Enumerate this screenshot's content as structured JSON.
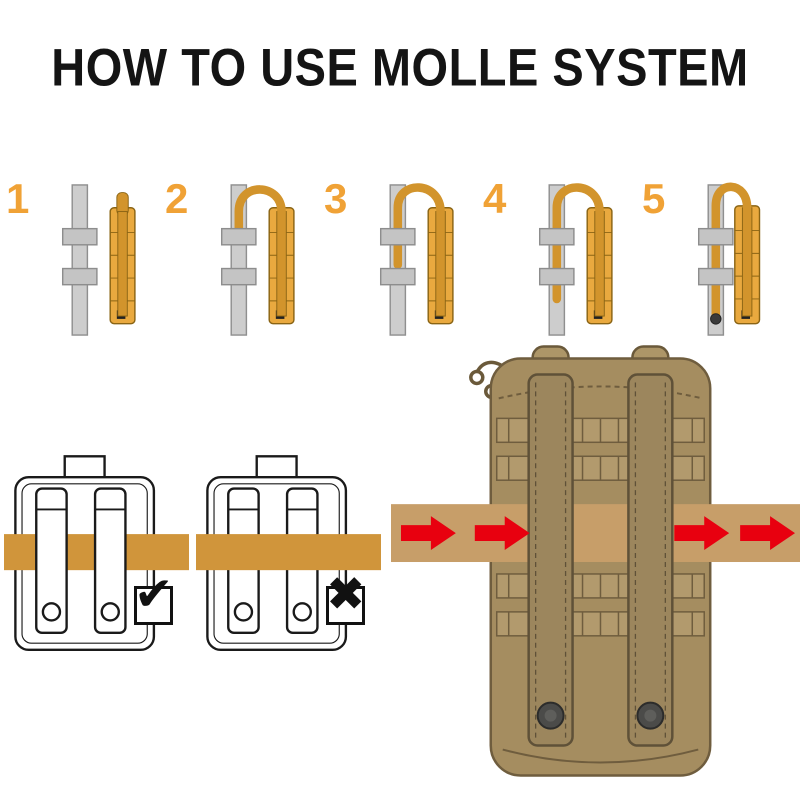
{
  "title": "HOW TO USE MOLLE SYSTEM",
  "steps": [
    {
      "number": "1"
    },
    {
      "number": "2"
    },
    {
      "number": "3"
    },
    {
      "number": "4"
    },
    {
      "number": "5"
    }
  ],
  "comparison": {
    "correct_icon": "✔",
    "incorrect_icon": "✖"
  },
  "icons": {
    "arrow_right": "red-right-arrow"
  },
  "colors": {
    "step_number_orange": "#F0A236",
    "webbing_gold": "#E9A93F",
    "woven_strap_gold": "#D2942C",
    "band_gold": "#D0953B",
    "platform_strap_gray": "#CDCDCD",
    "pouch_tan": "#A58D60",
    "pouch_band_tan": "#C79E69",
    "arrow_red": "#E8000F",
    "outline_black": "#1A1A1A"
  }
}
